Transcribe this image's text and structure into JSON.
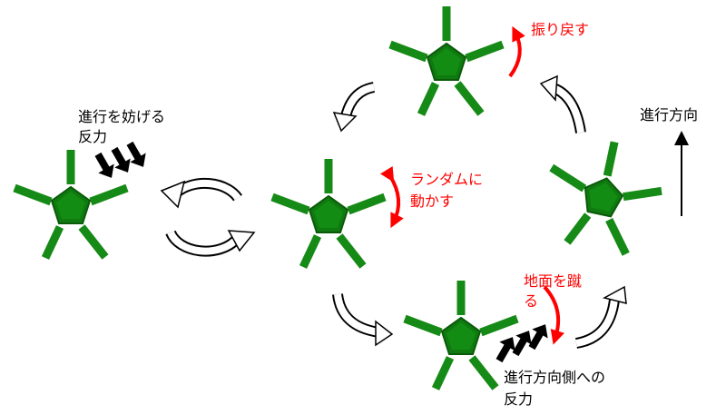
{
  "labels": {
    "resist_line1": "進行を妨げる",
    "resist_line2": "反力",
    "random_line1": "ランダムに",
    "random_line2": "動かす",
    "swing_back": "振り戻す",
    "direction": "進行方向",
    "kick_line1": "地面を蹴",
    "kick_line2": "る",
    "forward_line1": "進行方向側への",
    "forward_line2": "反力"
  },
  "colors": {
    "robot": "#168a16",
    "body": "#0f7a0f",
    "annotation": "#ff0000",
    "text": "#000000"
  }
}
